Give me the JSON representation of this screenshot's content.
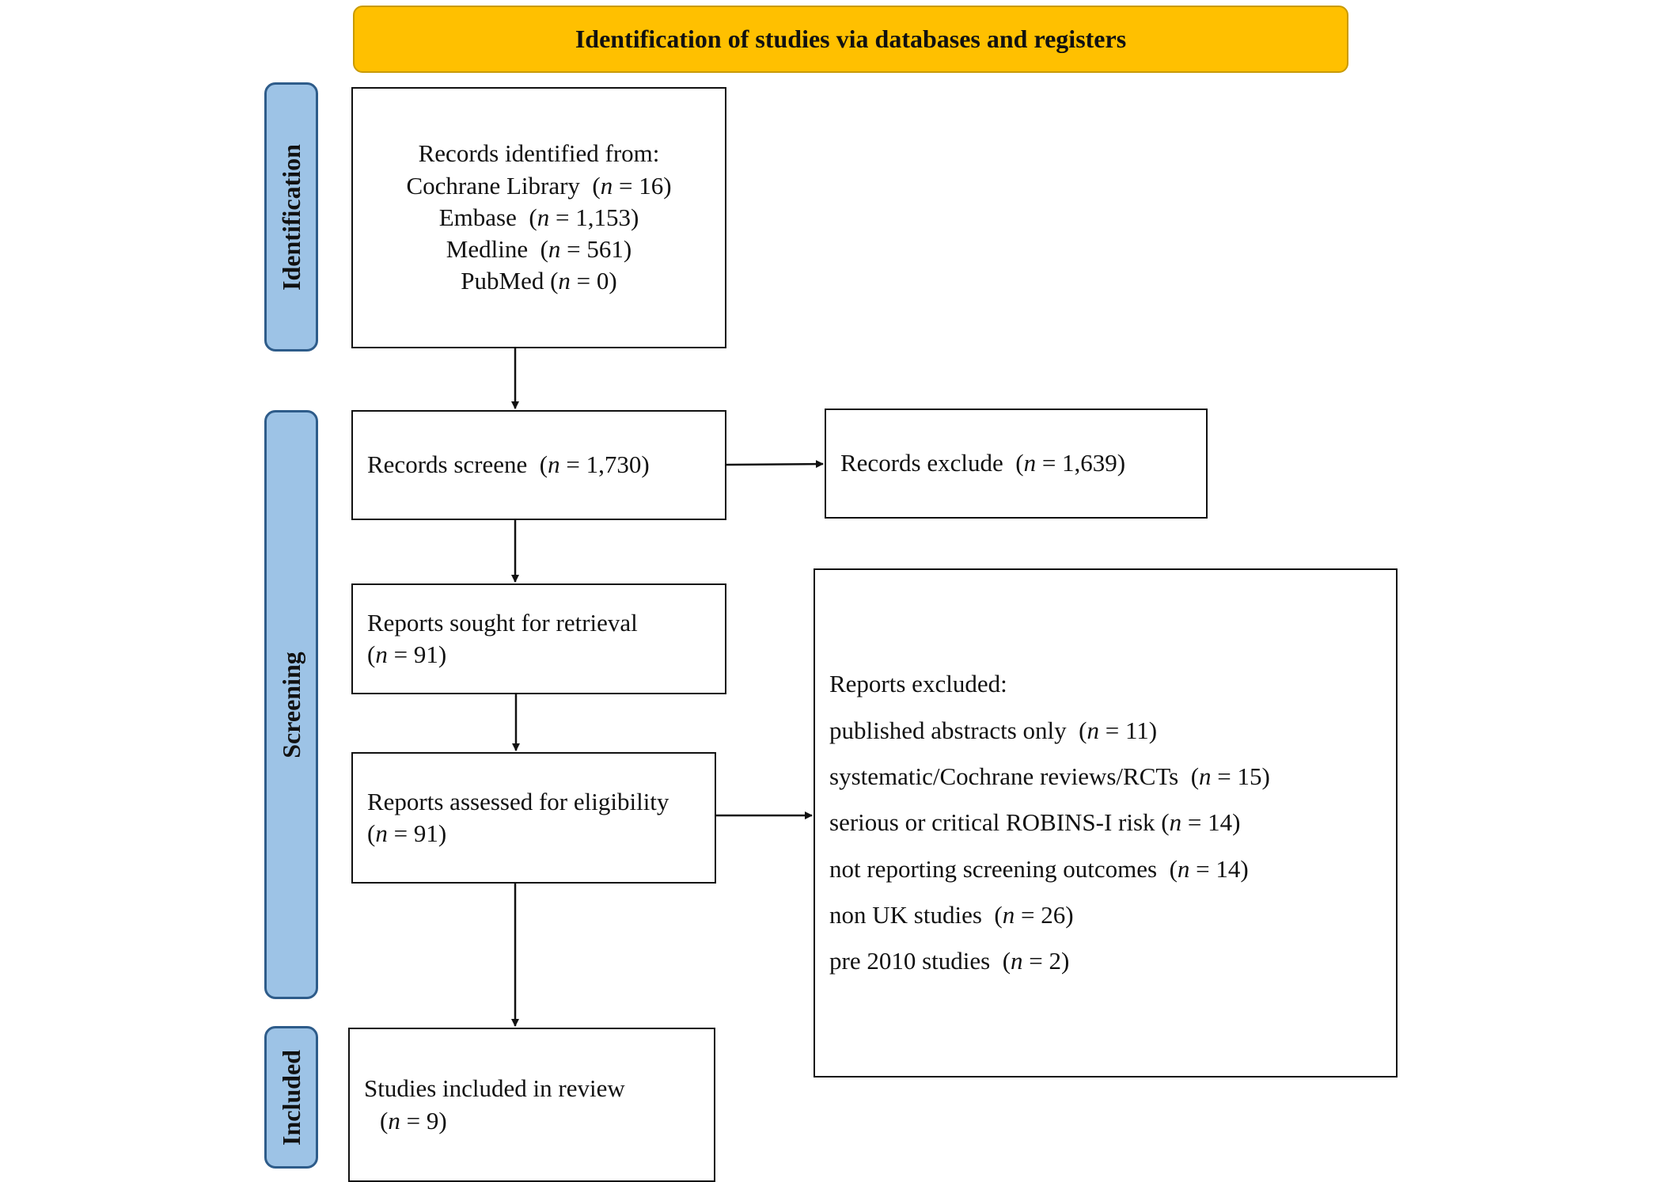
{
  "header": {
    "title": "Identification  of studies via databases and registers"
  },
  "stages": {
    "identification": "Identification",
    "screening": "Screening",
    "included": "Included"
  },
  "identified": {
    "heading": "Records identified  from:",
    "sources": [
      {
        "name": "Cochrane Library",
        "n": "16"
      },
      {
        "name": "Embase",
        "n": "1,153"
      },
      {
        "name": "Medline",
        "n": "561"
      },
      {
        "name": "PubMed",
        "n": "0"
      }
    ]
  },
  "screened": {
    "label": "Records screene",
    "n": "1,730"
  },
  "excluded_records": {
    "label": "Records exclude",
    "n": "1,639"
  },
  "sought": {
    "label": "Reports  sought  for  retrieval",
    "n": "91"
  },
  "assessed": {
    "label": "Reports  assessed for  eligibility",
    "n": "91"
  },
  "reports_excluded": {
    "heading": "Reports  excluded:",
    "reasons": [
      {
        "label": "published  abstracts  only",
        "n": "11"
      },
      {
        "label": "systematic/Cochrane  reviews/RCTs",
        "n": "15"
      },
      {
        "label": "serious  or  critical  ROBINS-I  risk",
        "n": "14"
      },
      {
        "label": "not reporting  screening  outcomes",
        "n": "14"
      },
      {
        "label": "non  UK  studies",
        "n": "26"
      },
      {
        "label": "pre 2010  studies",
        "n": "2"
      }
    ]
  },
  "included": {
    "label": "Studies  included  in  review",
    "n": "9"
  },
  "n_symbol": "n"
}
